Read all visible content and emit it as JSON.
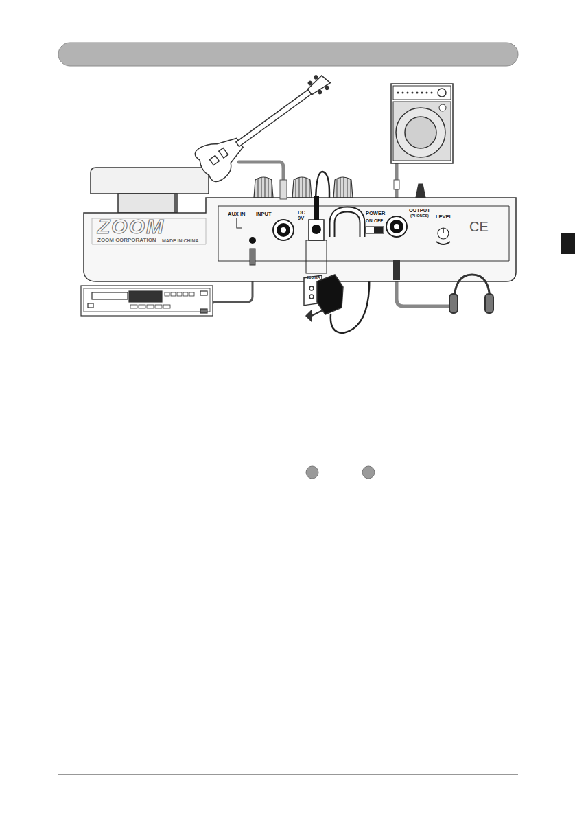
{
  "diagram": {
    "labels": [
      "ZOOM",
      "ZOOM CORPORATION",
      "MADE IN CHINA",
      "AUX IN",
      "INPUT",
      "DC 9V",
      "200mA",
      "POWER",
      "ON",
      "OFF",
      "OUTPUT",
      "(PHONES)",
      "LEVEL",
      "CE"
    ]
  }
}
